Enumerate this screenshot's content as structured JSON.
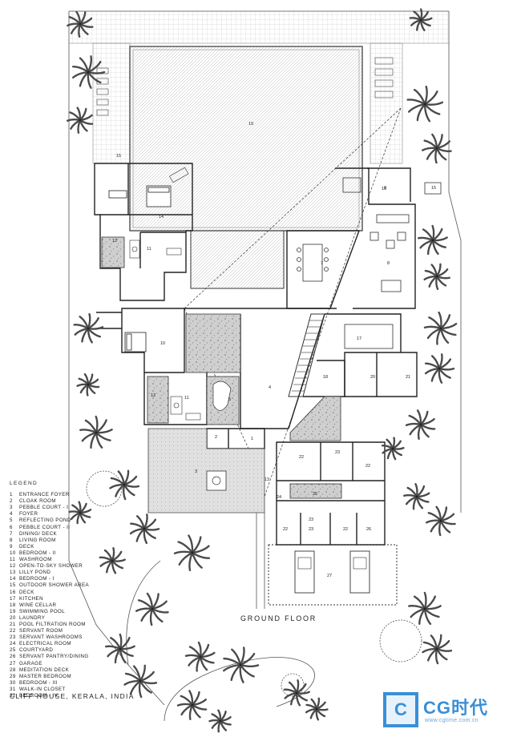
{
  "legend": {
    "title": "LEGEND",
    "items": [
      {
        "num": "1",
        "label": "ENTRANCE FOYER"
      },
      {
        "num": "2",
        "label": "CLOAK ROOM"
      },
      {
        "num": "3",
        "label": "PEBBLE COURT - I"
      },
      {
        "num": "4",
        "label": "FOYER"
      },
      {
        "num": "5",
        "label": "REFLECTING POND"
      },
      {
        "num": "6",
        "label": "PEBBLE COURT - II"
      },
      {
        "num": "7",
        "label": "DINING/ DECK"
      },
      {
        "num": "8",
        "label": "LIVING ROOM"
      },
      {
        "num": "9",
        "label": "DECK"
      },
      {
        "num": "10",
        "label": "BEDROOM - II"
      },
      {
        "num": "11",
        "label": "WASHROOM"
      },
      {
        "num": "12",
        "label": "OPEN-TO-SKY SHOWER"
      },
      {
        "num": "13",
        "label": "LILLY POND"
      },
      {
        "num": "14",
        "label": "BEDROOM - I"
      },
      {
        "num": "15",
        "label": "OUTDOOR SHOWER AREA"
      },
      {
        "num": "16",
        "label": "DECK"
      },
      {
        "num": "17",
        "label": "KITCHEN"
      },
      {
        "num": "18",
        "label": "WINE CELLAR"
      },
      {
        "num": "19",
        "label": "SWIMMING POOL"
      },
      {
        "num": "20",
        "label": "LAUNDRY"
      },
      {
        "num": "21",
        "label": "POOL FILTRATION ROOM"
      },
      {
        "num": "22",
        "label": "SERVANT ROOM"
      },
      {
        "num": "23",
        "label": "SERVANT WASHROOMS"
      },
      {
        "num": "24",
        "label": "ELECTRICAL ROOM"
      },
      {
        "num": "25",
        "label": "COURTYARD"
      },
      {
        "num": "26",
        "label": "SERVANT PANTRY/DINING"
      },
      {
        "num": "27",
        "label": "GARAGE"
      },
      {
        "num": "28",
        "label": "MEDITATION DECK"
      },
      {
        "num": "29",
        "label": "MASTER BEDROOM"
      },
      {
        "num": "30",
        "label": "BEDROOM - III"
      },
      {
        "num": "31",
        "label": "WALK-IN CLOSET"
      },
      {
        "num": "32",
        "label": "BEDROOM - IV"
      }
    ]
  },
  "floor_title": "GROUND FLOOR",
  "caption": "CLIFF HOUSE, KERALA, INDIA",
  "rooms": [
    {
      "id": "room-19",
      "num": "19"
    },
    {
      "id": "room-15a",
      "num": "15"
    },
    {
      "id": "room-15b",
      "num": "15"
    },
    {
      "id": "room-14",
      "num": "14"
    },
    {
      "id": "room-16",
      "num": "16"
    },
    {
      "id": "room-12a",
      "num": "12"
    },
    {
      "id": "room-11a",
      "num": "11"
    },
    {
      "id": "room-7",
      "num": "7"
    },
    {
      "id": "room-8",
      "num": "8"
    },
    {
      "id": "room-9",
      "num": "9"
    },
    {
      "id": "room-10",
      "num": "10"
    },
    {
      "id": "room-17",
      "num": "17"
    },
    {
      "id": "room-18",
      "num": "18"
    },
    {
      "id": "room-20",
      "num": "20"
    },
    {
      "id": "room-21",
      "num": "21"
    },
    {
      "id": "room-4",
      "num": "4"
    },
    {
      "id": "room-12b",
      "num": "12"
    },
    {
      "id": "room-11b",
      "num": "11"
    },
    {
      "id": "room-5",
      "num": "5"
    },
    {
      "id": "room-2",
      "num": "2"
    },
    {
      "id": "room-1",
      "num": "1"
    },
    {
      "id": "room-3",
      "num": "3"
    },
    {
      "id": "room-13",
      "num": "13"
    },
    {
      "id": "room-22a",
      "num": "22"
    },
    {
      "id": "room-23a",
      "num": "23"
    },
    {
      "id": "room-22b",
      "num": "22"
    },
    {
      "id": "room-25",
      "num": "25"
    },
    {
      "id": "room-24",
      "num": "24"
    },
    {
      "id": "room-22c",
      "num": "22"
    },
    {
      "id": "room-23b",
      "num": "23"
    },
    {
      "id": "room-23c",
      "num": "23"
    },
    {
      "id": "room-22d",
      "num": "22"
    },
    {
      "id": "room-26",
      "num": "26"
    },
    {
      "id": "room-27",
      "num": "27"
    }
  ],
  "watermark": {
    "logo_glyph": "C",
    "brand": "CG时代",
    "url": "www.cgtime.com.cn"
  },
  "colors": {
    "line": "#222222",
    "hatch": "#9a9a9a",
    "foliage": "#4a4a4a",
    "watermark": "#3a8fd6"
  }
}
